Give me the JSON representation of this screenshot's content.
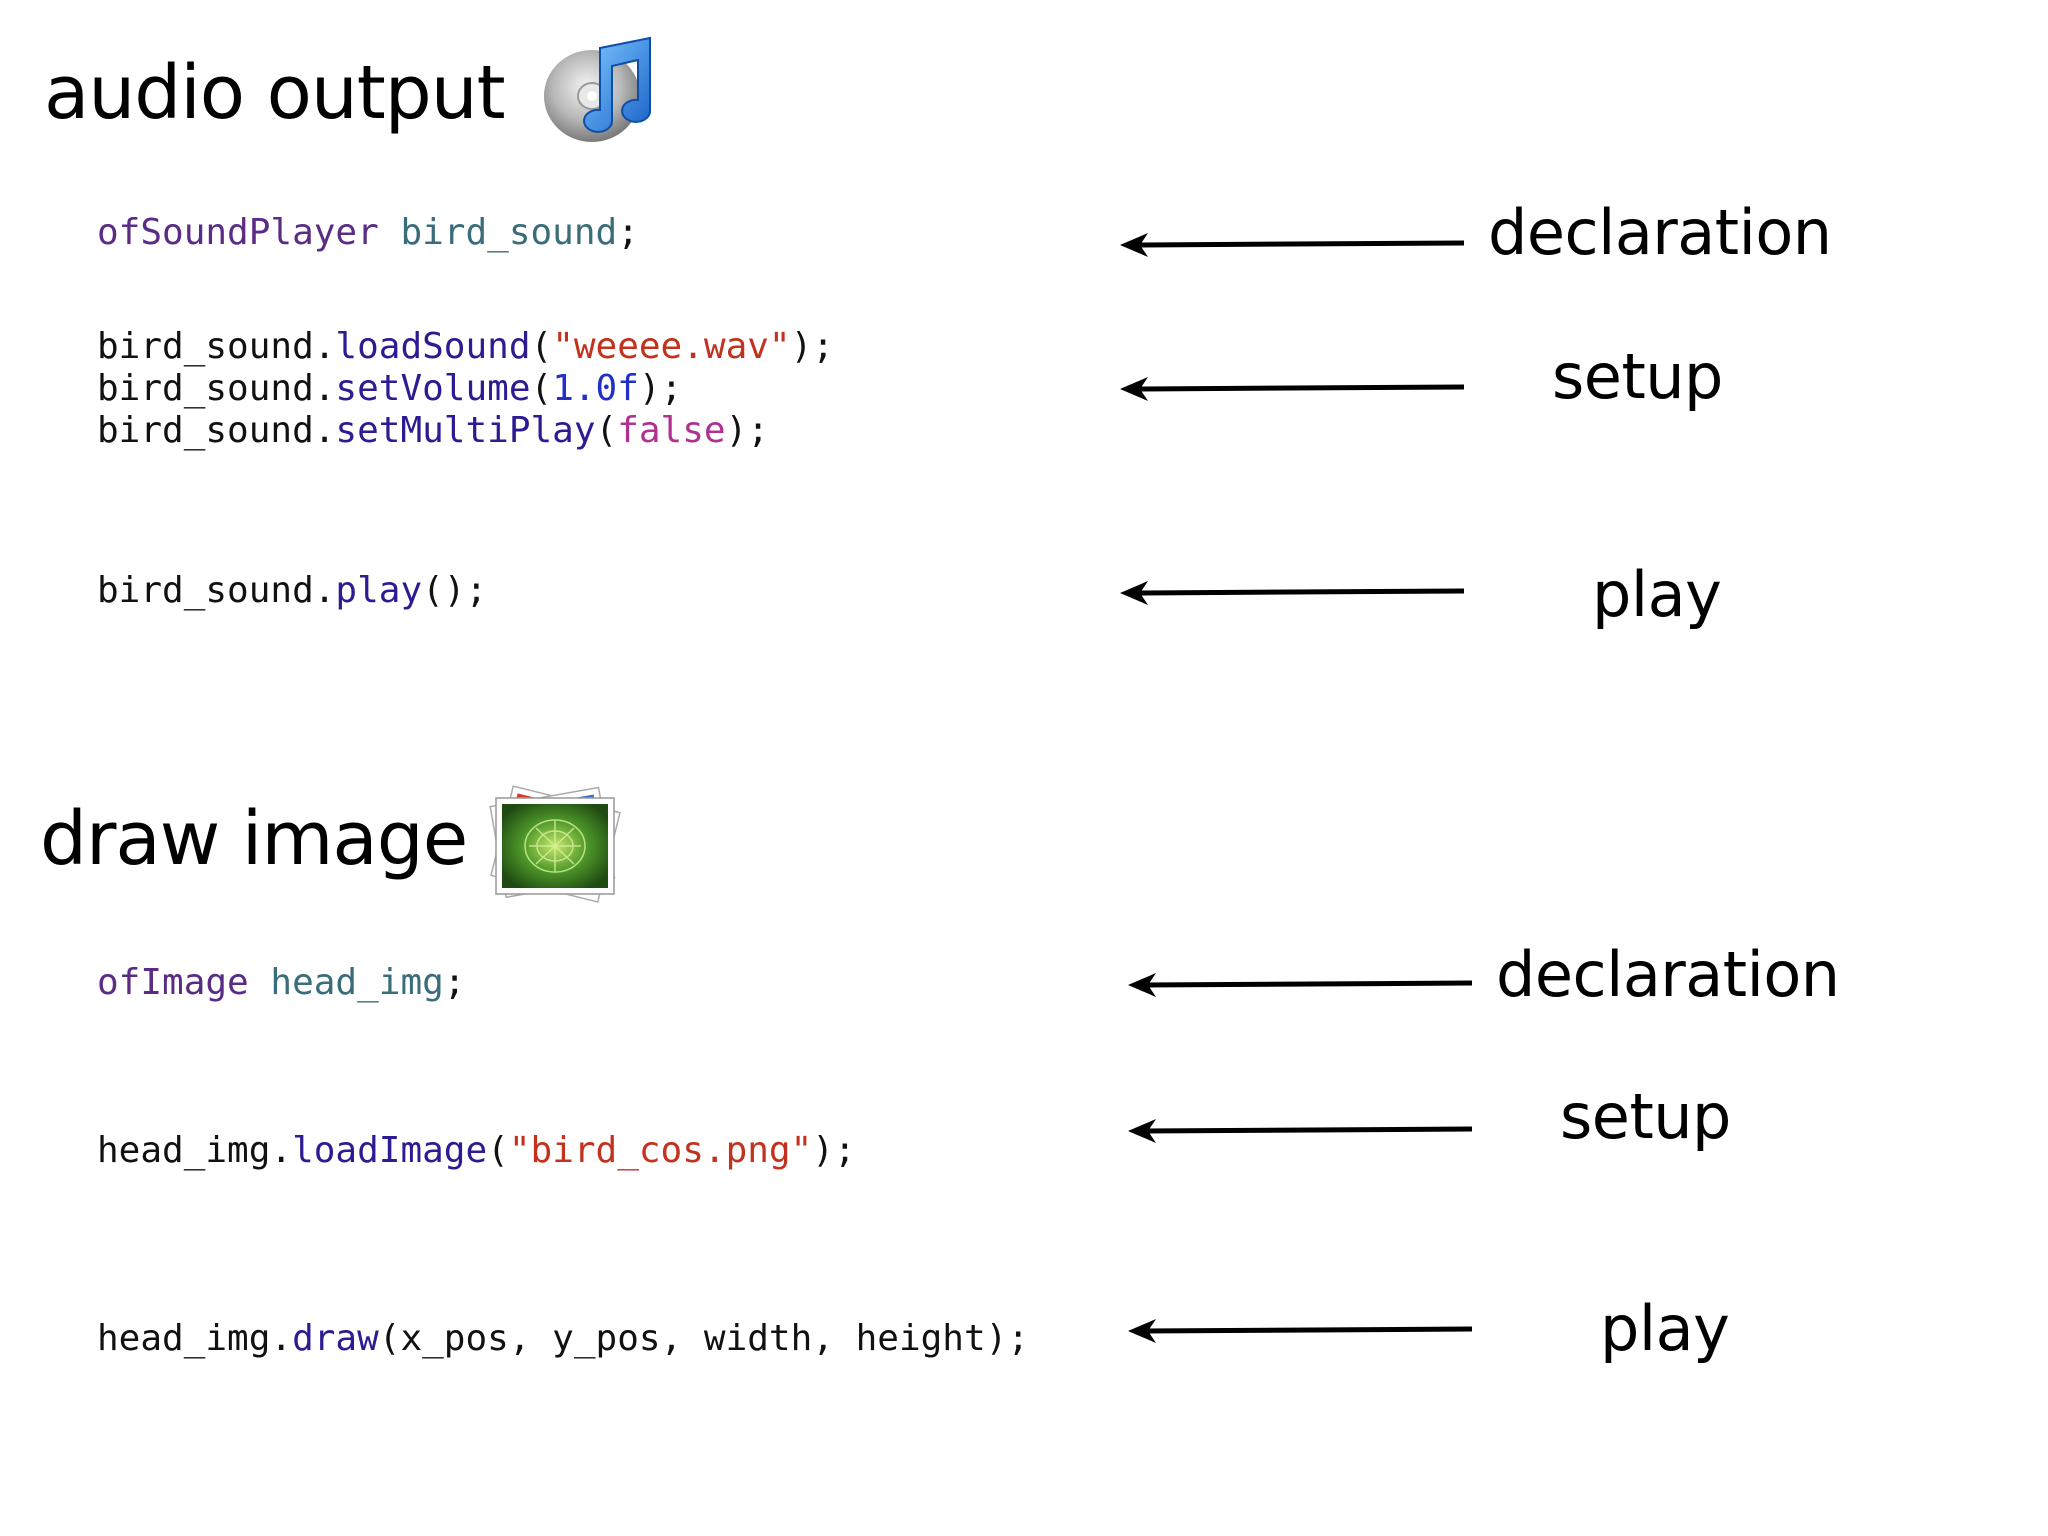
{
  "sections": [
    {
      "title": "audio output",
      "icon": "itunes-music-note-icon",
      "rows": [
        {
          "label": "declaration"
        },
        {
          "label": "setup"
        },
        {
          "label": "play"
        }
      ]
    },
    {
      "title": "draw image",
      "icon": "photo-stack-icon",
      "rows": [
        {
          "label": "declaration"
        },
        {
          "label": "setup"
        },
        {
          "label": "play"
        }
      ]
    }
  ],
  "code": {
    "audio_decl": [
      {
        "t": "ofSoundPlayer",
        "c": "t-type"
      },
      {
        "t": " "
      },
      {
        "t": "bird_sound",
        "c": "t-var"
      },
      {
        "t": ";"
      }
    ],
    "audio_setup": [
      [
        {
          "t": "bird_sound."
        },
        {
          "t": "loadSound",
          "c": "t-fn"
        },
        {
          "t": "("
        },
        {
          "t": "\"weeee.wav\"",
          "c": "t-str"
        },
        {
          "t": ");"
        }
      ],
      [
        {
          "t": "bird_sound."
        },
        {
          "t": "setVolume",
          "c": "t-fn"
        },
        {
          "t": "("
        },
        {
          "t": "1.0f",
          "c": "t-num"
        },
        {
          "t": ");"
        }
      ],
      [
        {
          "t": "bird_sound."
        },
        {
          "t": "setMultiPlay",
          "c": "t-fn"
        },
        {
          "t": "("
        },
        {
          "t": "false",
          "c": "t-kw"
        },
        {
          "t": ");"
        }
      ]
    ],
    "audio_play": [
      {
        "t": "bird_sound."
      },
      {
        "t": "play",
        "c": "t-fn"
      },
      {
        "t": "();"
      }
    ],
    "image_decl": [
      {
        "t": "ofImage",
        "c": "t-type"
      },
      {
        "t": " "
      },
      {
        "t": "head_img",
        "c": "t-var"
      },
      {
        "t": ";"
      }
    ],
    "image_setup": [
      {
        "t": "head_img."
      },
      {
        "t": "loadImage",
        "c": "t-fn"
      },
      {
        "t": "("
      },
      {
        "t": "\"bird_cos.png\"",
        "c": "t-str"
      },
      {
        "t": ");"
      }
    ],
    "image_play": [
      {
        "t": "head_img."
      },
      {
        "t": "draw",
        "c": "t-fn"
      },
      {
        "t": "(x_pos, y_pos, width, height);"
      }
    ]
  }
}
